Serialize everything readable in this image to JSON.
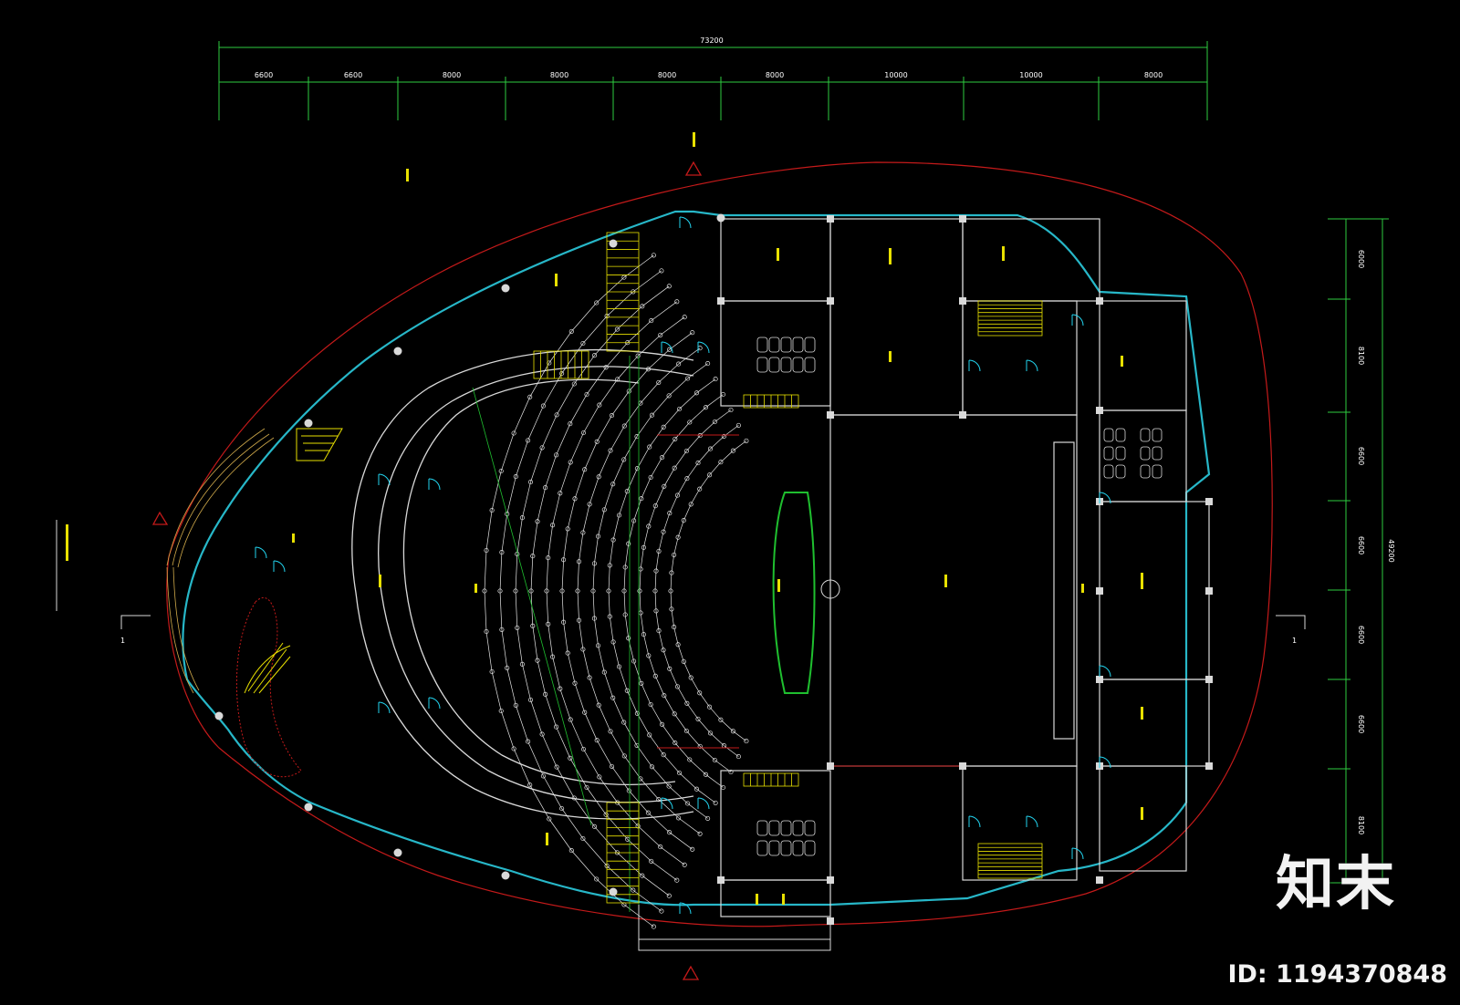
{
  "drawing": {
    "overall_width": "73200",
    "column_spans": [
      "6600",
      "6600",
      "8000",
      "8000",
      "8000",
      "8000",
      "10000",
      "10000",
      "8000"
    ],
    "overall_depth": "49200",
    "row_spans": [
      "6000",
      "8100",
      "6600",
      "6600",
      "6600",
      "6600",
      "8100"
    ],
    "section_marker": "1",
    "colors": {
      "background": "#000000",
      "wall": "#d9d9d9",
      "curtain_wall": "#27b7c8",
      "site_boundary": "#c41a1a",
      "stair_hatch": "#e8e000",
      "stage_outline": "#1fbf2f",
      "dimension": "#2ecc40",
      "door": "#22d3ee",
      "seat": "#e6e6e6"
    }
  },
  "watermark": {
    "brand": "知末",
    "id_text": "ID: 1194370848"
  }
}
